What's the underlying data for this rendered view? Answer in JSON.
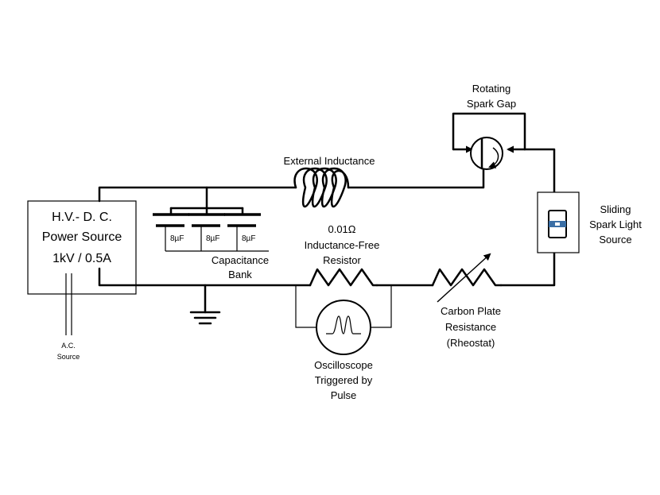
{
  "power_source": {
    "line1": "H.V.- D. C.",
    "line2": "Power Source",
    "line3": "1kV / 0.5A"
  },
  "ac_source": {
    "line1": "A.C.",
    "line2": "Source"
  },
  "capacitors": {
    "values": [
      "8µF",
      "8µF",
      "8µF"
    ],
    "label_line1": "Capacitance",
    "label_line2": "Bank"
  },
  "external_inductance": {
    "label": "External Inductance"
  },
  "spark_gap": {
    "line1": "Rotating",
    "line2": "Spark Gap"
  },
  "light_source": {
    "line1": "Sliding",
    "line2": "Spark Light",
    "line3": "Source",
    "accent_color": "#3a6ea5"
  },
  "resistor": {
    "line1": "0.01Ω",
    "line2": "Inductance-Free",
    "line3": "Resistor"
  },
  "rheostat": {
    "line1": "Carbon Plate",
    "line2": "Resistance",
    "line3": "(Rheostat)"
  },
  "oscilloscope": {
    "line1": "Oscilloscope",
    "line2": "Triggered by",
    "line3": "Pulse"
  }
}
